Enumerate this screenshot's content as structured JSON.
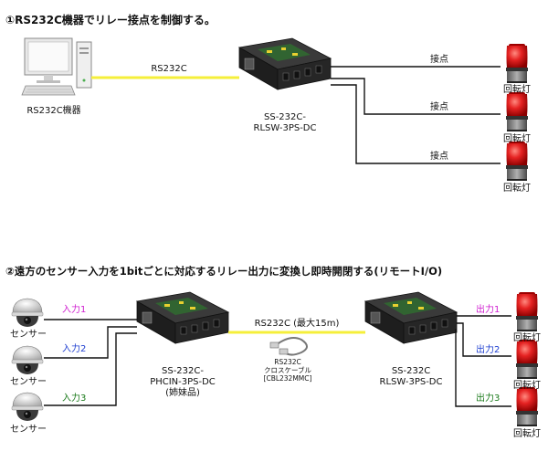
{
  "section1": {
    "title": "①RS232C機器でリレー接点を制御する。",
    "pc_label": "RS232C機器",
    "link_label": "RS232C",
    "device_name_line1": "SS-232C-",
    "device_name_line2": "RLSW-3PS-DC",
    "outputs": [
      {
        "link_label": "接点",
        "lamp_label": "回転灯"
      },
      {
        "link_label": "接点",
        "lamp_label": "回転灯"
      },
      {
        "link_label": "接点",
        "lamp_label": "回転灯"
      }
    ]
  },
  "section2": {
    "title": "②遠方のセンサー入力を1bitごとに対応するリレー出力に変換し即時開閉する(リモートI/O)",
    "inputs": [
      {
        "sensor_label": "センサー",
        "link_label": "入力1"
      },
      {
        "sensor_label": "センサー",
        "link_label": "入力2"
      },
      {
        "sensor_label": "センサー",
        "link_label": "入力3"
      }
    ],
    "left_device_line1": "SS-232C-",
    "left_device_line2": "PHCIN-3PS-DC",
    "left_device_line3": "(姉妹品)",
    "link_label": "RS232C (最大15m)",
    "cable_line1": "RS232C",
    "cable_line2": "クロスケーブル",
    "cable_line3": "[CBL232MMC]",
    "right_device_line1": "SS-232C",
    "right_device_line2": "RLSW-3PS-DC",
    "outputs": [
      {
        "link_label": "出力1",
        "lamp_label": "回転灯"
      },
      {
        "link_label": "出力2",
        "lamp_label": "回転灯"
      },
      {
        "link_label": "出力3",
        "lamp_label": "回転灯"
      }
    ]
  },
  "colors": {
    "serial_link": "#f5ef3a",
    "wire": "#111111",
    "input_text": "#d020d0",
    "output_text": "#d020d0",
    "lamp_red": "#e01818"
  }
}
